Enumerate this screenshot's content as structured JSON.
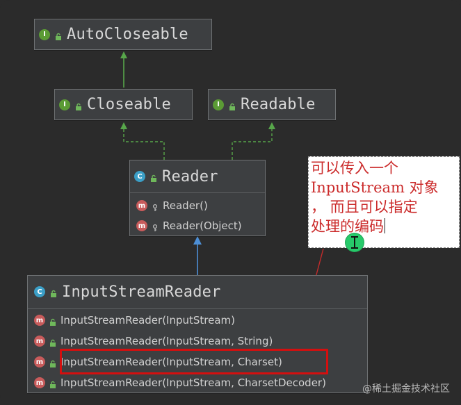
{
  "diagram": {
    "nodes": {
      "autocloseable": {
        "name": "AutoCloseable",
        "kind_icon": "I"
      },
      "closeable": {
        "name": "Closeable",
        "kind_icon": "I"
      },
      "readable": {
        "name": "Readable",
        "kind_icon": "I"
      },
      "reader": {
        "name": "Reader",
        "kind_icon": "C",
        "members": [
          {
            "text": "Reader()",
            "icon": "m"
          },
          {
            "text": "Reader(Object)",
            "icon": "m"
          }
        ]
      },
      "inputstreamreader": {
        "name": "InputStreamReader",
        "kind_icon": "C",
        "members": [
          {
            "text": "InputStreamReader(InputStream)",
            "icon": "m"
          },
          {
            "text": "InputStreamReader(InputStream, String)",
            "icon": "m"
          },
          {
            "text": "InputStreamReader(InputStream, Charset)",
            "icon": "m"
          },
          {
            "text": "InputStreamReader(InputStream, CharsetDecoder)",
            "icon": "m"
          }
        ]
      }
    },
    "note": {
      "lines": [
        "可以传入一个",
        "InputStream 对象",
        "，  而且可以指定",
        "处理的编码"
      ]
    }
  },
  "watermark": "@稀土掘金技术社区",
  "colors": {
    "background": "#2b2b2b",
    "box_fill": "#3d3f41",
    "box_border": "#6e7173",
    "interface_icon": "#5b9b35",
    "class_icon": "#3b9fc7",
    "method_icon": "#c85b5b",
    "inherit_arrow": "#4d8fd6",
    "interface_arrow": "#57a64a",
    "highlight": "#d40f0f",
    "note_text": "#cb2a2a"
  }
}
